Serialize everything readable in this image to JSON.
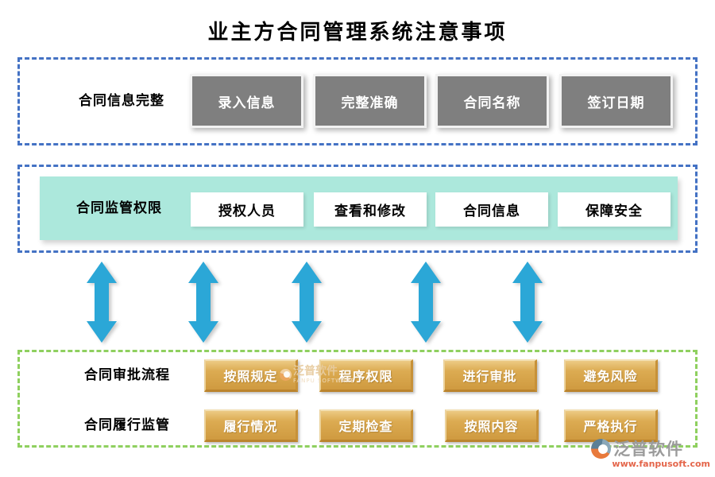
{
  "title": "业主方合同管理系统注意事项",
  "section1": {
    "label": "合同信息完整",
    "items": [
      "录入信息",
      "完整准确",
      "合同名称",
      "签订日期"
    ]
  },
  "section2": {
    "label": "合同监管权限",
    "items": [
      "授权人员",
      "查看和修改",
      "合同信息",
      "保障安全"
    ]
  },
  "section3": {
    "rows": [
      {
        "label": "合同审批流程",
        "items": [
          "按照规定",
          "程序权限",
          "进行审批",
          "避免风险"
        ]
      },
      {
        "label": "合同履行监管",
        "items": [
          "履行情况",
          "定期检查",
          "按照内容",
          "严格执行"
        ]
      }
    ]
  },
  "watermark": {
    "text": "泛普软件",
    "subtext": "FANPU SOFTWARE"
  },
  "logo": {
    "name": "泛普软件",
    "url": "www.fanpusoft.com"
  },
  "colors": {
    "dashed_blue": "#4472c4",
    "dashed_green": "#8fd05f",
    "panel_teal": "#ace8dc",
    "node_gray": "#7f7f7f",
    "node_gold": "#d9a84e",
    "arrow_blue": "#2ba7d7"
  }
}
